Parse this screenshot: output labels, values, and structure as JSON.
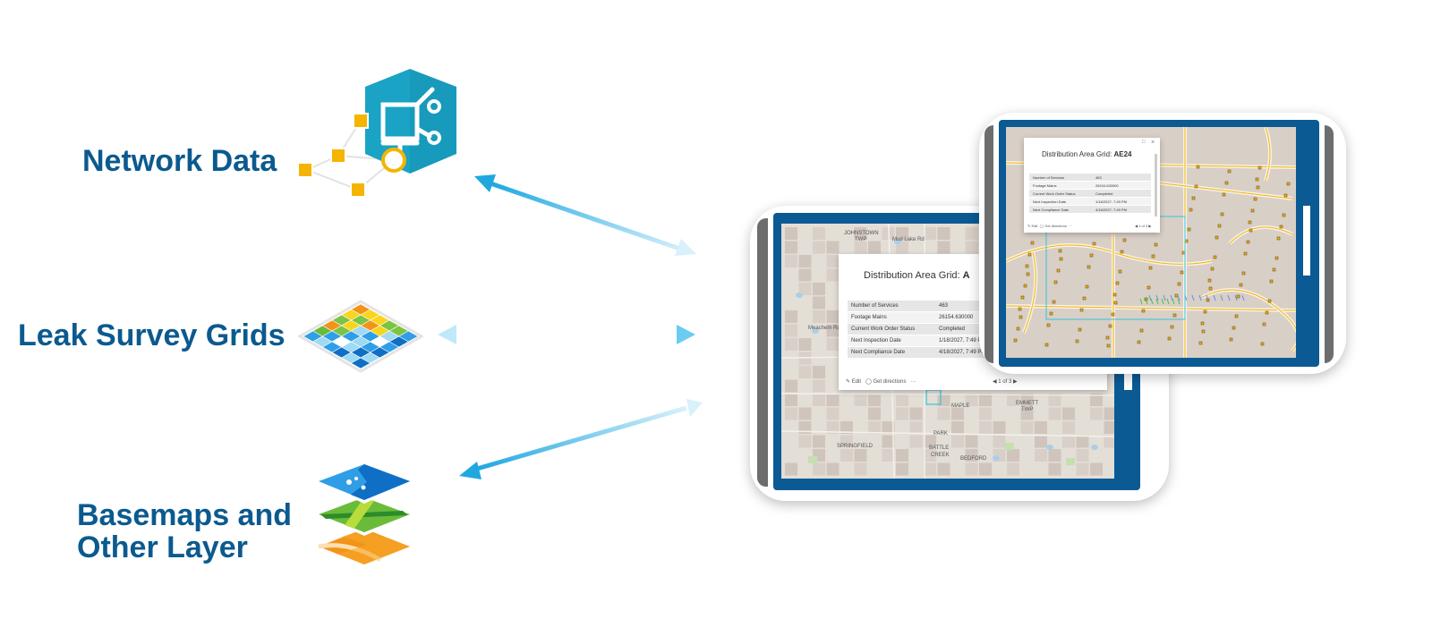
{
  "labels": {
    "network_data": "Network Data",
    "leak_survey_grids": "Leak Survey Grids",
    "basemaps_line1": "Basemaps and",
    "basemaps_line2": "Other Layer"
  },
  "icons": {
    "network": "utility-network-icon",
    "grid": "survey-grid-icon",
    "basemap": "basemap-layers-icon"
  },
  "colors": {
    "label_blue": "#0b5a8f",
    "arrow_cyan": "#29b6e8",
    "frame_blue": "#0b5a94",
    "accent_orange": "#f5b400"
  },
  "large_device": {
    "popup": {
      "title_prefix": "Distribution Area Grid: ",
      "title_value": "A",
      "rows": [
        {
          "field": "Number of Services",
          "value": "463"
        },
        {
          "field": "Footage Mains",
          "value": "26154.630000"
        },
        {
          "field": "Current Work Order Status",
          "value": "Completed"
        },
        {
          "field": "Next Inspection Date",
          "value": "1/18/2027, 7:49 PM"
        },
        {
          "field": "Next Compliance Date",
          "value": "4/18/2027, 7:49 PM"
        }
      ],
      "edit": "Edit",
      "directions": "Get directions",
      "more": "···",
      "pager": "1 of 3"
    },
    "map_labels": {
      "l1": "JOHNSTOWN",
      "l2": "TWP",
      "l3": "Mud Lake Rd",
      "l4": "Meachem Rd",
      "l5": "SPRINGFIELD",
      "l6": "BATTLE",
      "l7": "CREEK",
      "l8": "BEDFORD",
      "l9": "MAPLE",
      "l10": "EMMETT",
      "l11": "TWP",
      "l12": "PARK"
    }
  },
  "small_device": {
    "popup": {
      "title_prefix": "Distribution Area Grid: ",
      "title_value": "AE24",
      "rows": [
        {
          "field": "Number of Services",
          "value": "463"
        },
        {
          "field": "Footage Mains",
          "value": "26154.630000"
        },
        {
          "field": "Current Work Order Status",
          "value": "Completed"
        },
        {
          "field": "Next Inspection Date",
          "value": "1/18/2027, 7:49 PM"
        },
        {
          "field": "Next Compliance Date",
          "value": "4/18/2027, 7:49 PM"
        }
      ],
      "edit": "Edit",
      "directions": "Get directions",
      "more": "···",
      "pager": "1 of 3"
    }
  }
}
